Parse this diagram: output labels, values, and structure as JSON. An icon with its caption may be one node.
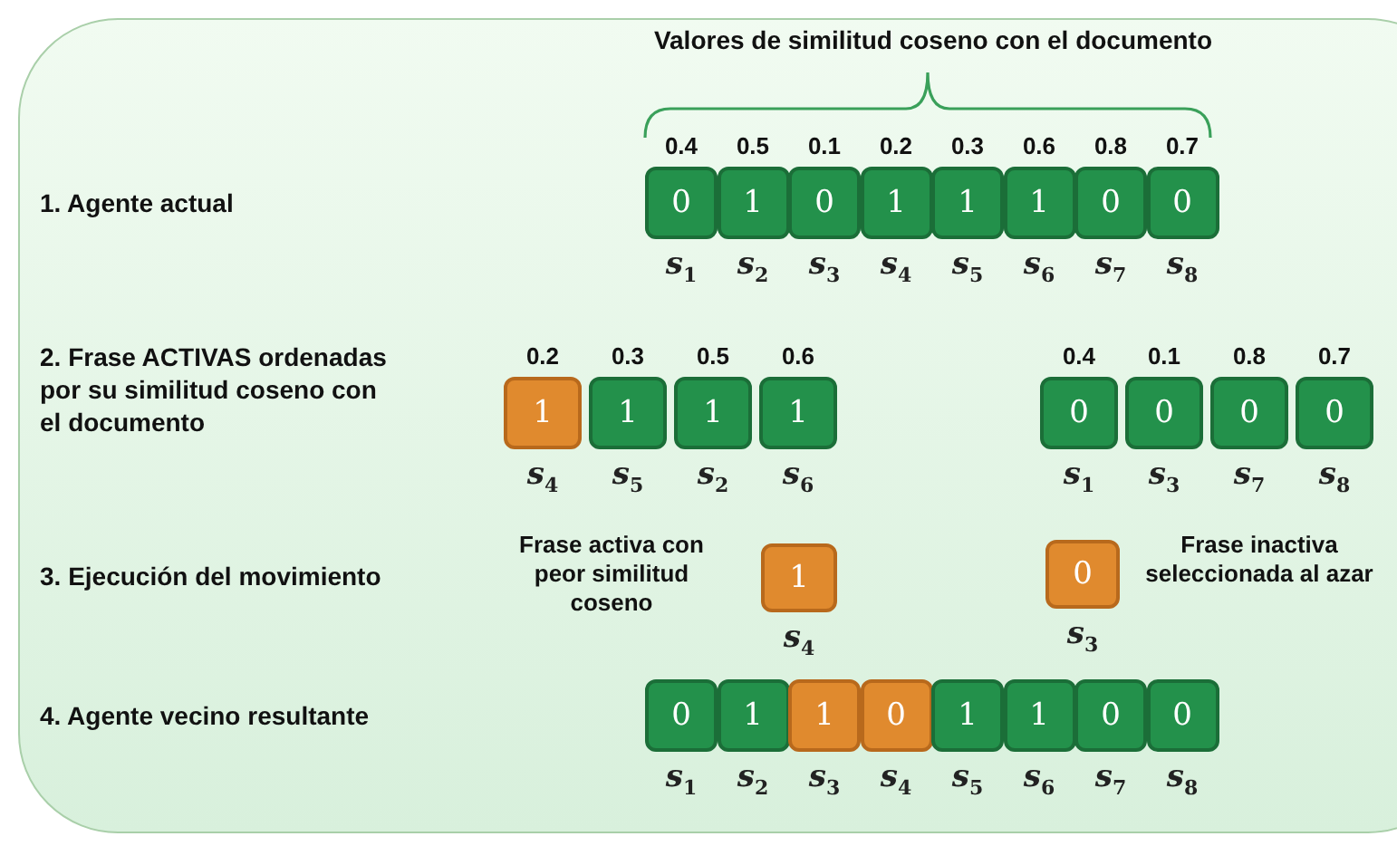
{
  "diagram": {
    "nodes": [
      {
        "text": [
          "0"
        ],
        "beside": [
          "0.4",
          "s$_{1}$"
        ]
      },
      {
        "text": [
          "1"
        ],
        "beside": [
          "0.5",
          "s$_{2}$"
        ]
      },
      {
        "text": [
          "0"
        ],
        "beside": [
          "0.1",
          "s$_{3}$"
        ]
      },
      {
        "text": [
          "1"
        ],
        "beside": [
          "0.2",
          "s$_{4}$"
        ]
      },
      {
        "text": [
          "1"
        ],
        "beside": [
          "0.3",
          "s$_{5}$"
        ]
      },
      {
        "text": [
          "1"
        ],
        "beside": [
          "0.6",
          "s$_{6}$"
        ]
      },
      {
        "text": [
          "0"
        ],
        "beside": [
          "0.8",
          "s$_{7}$"
        ]
      },
      {
        "text": [
          "0"
        ],
        "beside": [
          "0.7",
          "s$_{8}$"
        ]
      },
      {
        "text": [
          "1"
        ],
        "beside": [
          "0.2",
          "s$_{4}$"
        ]
      },
      {
        "text": [
          "1"
        ],
        "beside": [
          "0.3",
          "s$_{5}$"
        ]
      },
      {
        "text": [
          "1"
        ],
        "beside": [
          "0.5",
          "s$_{2}$"
        ]
      },
      {
        "text": [
          "1"
        ],
        "beside": [
          "0.6",
          "s$_{6}$"
        ]
      },
      {
        "text": [
          "0"
        ],
        "beside": [
          "0.4",
          "s$_{1}$"
        ]
      },
      {
        "text": [
          "0"
        ],
        "beside": [
          "0.1",
          "s$_{3}$"
        ]
      },
      {
        "text": [
          "0"
        ],
        "beside": [
          "0.8",
          "s$_{7}$"
        ]
      },
      {
        "text": [
          "0"
        ],
        "beside": [
          "0.7",
          "s$_{8}$"
        ]
      },
      {
        "text": [
          "1"
        ],
        "beside": [
          "Frase activa con peor similitud coseno",
          "s$_{4}$"
        ]
      },
      {
        "text": [
          "0"
        ],
        "beside": [
          "Frase inactiva seleccionada al azar",
          "s$_{3}$"
        ]
      },
      {
        "text": [
          "0"
        ],
        "beside": [
          "s$_{1}$"
        ]
      },
      {
        "text": [
          "1"
        ],
        "beside": [
          "s$_{2}$"
        ]
      },
      {
        "text": [
          "1"
        ],
        "beside": [
          "s$_{3}$"
        ]
      },
      {
        "text": [
          "0"
        ],
        "beside": [
          "s$_{4}$"
        ]
      },
      {
        "text": [
          "1"
        ],
        "beside": [
          "s$_{5}$"
        ]
      },
      {
        "text": [
          "1"
        ],
        "beside": [
          "s$_{6}$"
        ]
      },
      {
        "text": [
          "0"
        ],
        "beside": [
          "s$_{7}$"
        ]
      },
      {
        "text": [
          "0"
        ],
        "beside": [
          "s$_{8}$"
        ]
      }
    ],
    "labels": [
      "Valores de similitud coseno con el documento",
      "1. Agente actual",
      "2. Frase ACTIVAS ordenadas por su similitud coseno con el documento",
      "3. Ejecución del movimiento",
      "4. Agente vecino resultante"
    ]
  }
}
